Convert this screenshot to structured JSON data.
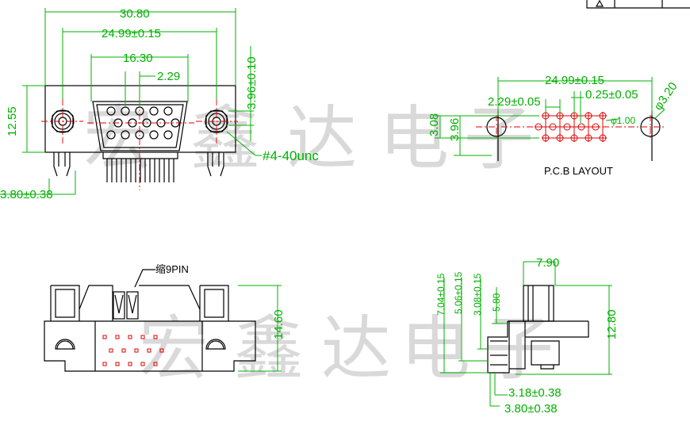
{
  "watermark": [
    "宏",
    "鑫",
    "达",
    "电",
    "子"
  ],
  "front_view": {
    "dims": {
      "overall_width": "30.80",
      "mount_hole_pitch": "24.99±0.15",
      "shell_width": "16.30",
      "pin_pitch": "2.29",
      "hole_offset": "3.96±0.10",
      "height": "12.55",
      "board_offset": "3.80±0.38"
    },
    "thread_label": "#4-40unc"
  },
  "pcb_layout": {
    "title": "P.C.B LAYOUT",
    "dims": {
      "hole_pitch": "24.99±0.15",
      "pin_pitch": "2.29±0.05",
      "row_offset": "0.25±0.05",
      "mount_hole_dia": "φ3.20",
      "pin_hole_dia": "φ1.00",
      "row_spacing_a": "3.08",
      "row_spacing_b": "3.96"
    }
  },
  "bottom_view": {
    "pin_label": "缩9PIN",
    "height": "14.60"
  },
  "side_view": {
    "dims": {
      "top_width": "7.90",
      "total_height": "12.80",
      "h1": "7.04±0.15",
      "h2": "5.06±0.15",
      "h3": "3.08±0.15",
      "h4": "5.80",
      "b1": "3.18±0.38",
      "b2": "3.80±0.38"
    }
  }
}
